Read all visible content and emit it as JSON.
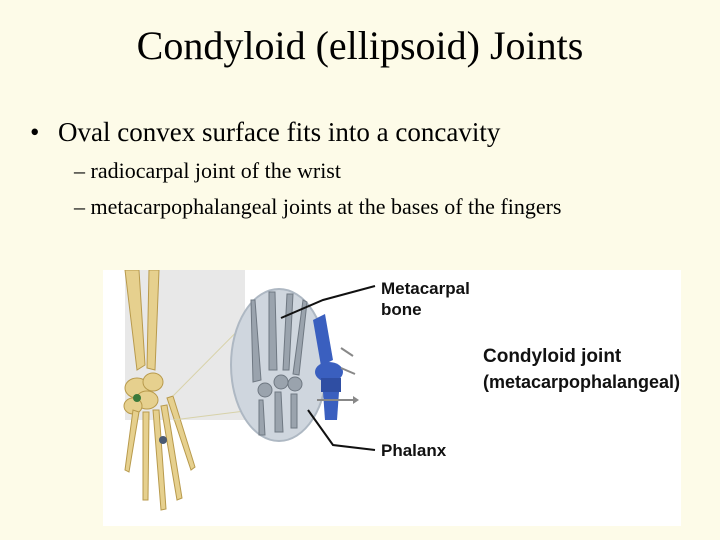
{
  "slide": {
    "title": "Condyloid (ellipsoid) Joints",
    "bullet": {
      "marker": "•",
      "text": "Oval convex surface fits into a concavity",
      "subpoints": [
        "– radiocarpal joint of the wrist",
        "– metacarpophalangeal joints at the bases of the fingers"
      ]
    }
  },
  "figure": {
    "label_metacarpal_line1": "Metacarpal",
    "label_metacarpal_line2": "bone",
    "label_phalanx": "Phalanx",
    "label_joint": "Condyloid joint",
    "label_joint_sub": "(metacarpophalangeal)",
    "colors": {
      "bone": "#e6d08e",
      "bone_shade": "#b89a4c",
      "joint_model": "#3a5fbf",
      "magnifier": "#cfd6de",
      "background_panel": "#e8e8e8"
    }
  }
}
